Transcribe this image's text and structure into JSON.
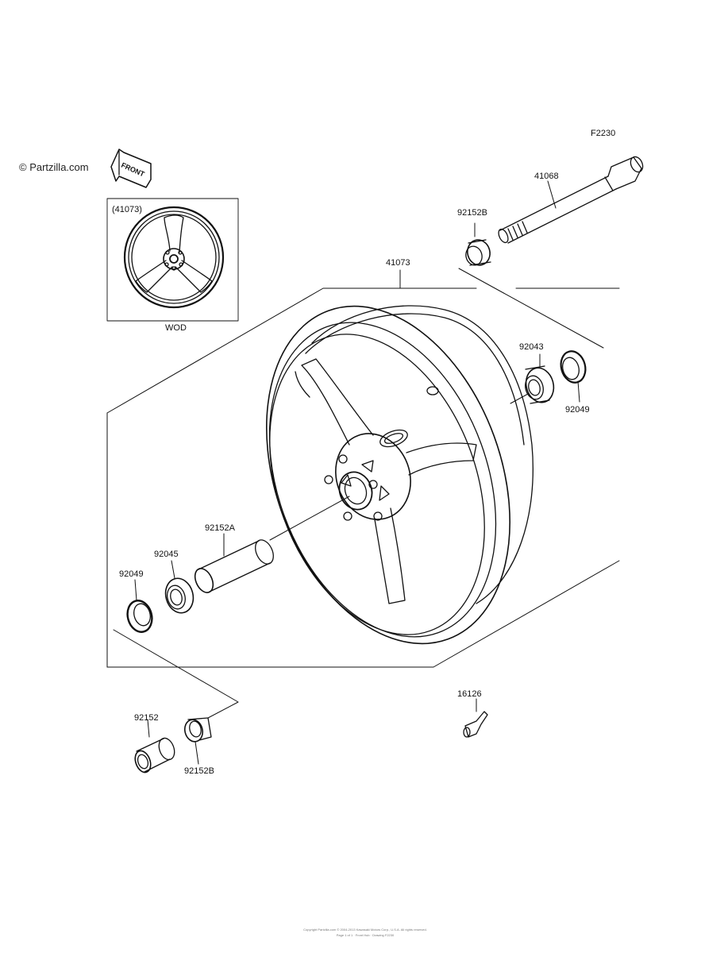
{
  "brand": {
    "text": "© Partzilla.com"
  },
  "figure_id": "F2230",
  "inset": {
    "label_top": "(41073)",
    "label_bottom": "WOD"
  },
  "front_arrow": "FRONT",
  "parts": [
    {
      "id": "41068",
      "name": "axle"
    },
    {
      "id": "92152B",
      "name": "collar-right"
    },
    {
      "id": "41073",
      "name": "wheel"
    },
    {
      "id": "92043",
      "name": "bearing-right"
    },
    {
      "id": "92049",
      "name": "oil-seal-right"
    },
    {
      "id": "92152A",
      "name": "collar-center"
    },
    {
      "id": "92045",
      "name": "bearing-left"
    },
    {
      "id": "92049",
      "name": "oil-seal-left"
    },
    {
      "id": "92152",
      "name": "collar-left"
    },
    {
      "id": "92152B",
      "name": "collar-left-b"
    },
    {
      "id": "16126",
      "name": "valve"
    }
  ],
  "footer": {
    "line1": "Copyright Partzilla.com © 2004-2013 Kawasaki Motors Corp., U.S.A. All rights reserved.",
    "line2": "Page 1 of 1 · Front Hub · Drawing F2230"
  }
}
